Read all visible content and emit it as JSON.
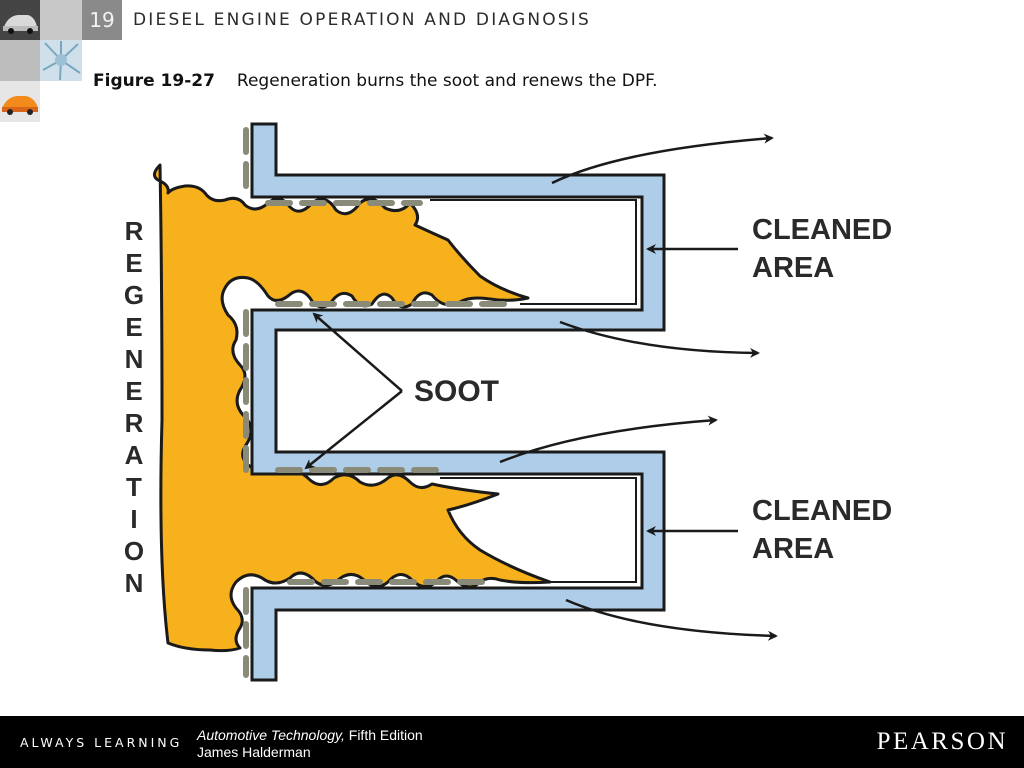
{
  "header": {
    "chapter_number": "19",
    "chapter_title": "DIESEL ENGINE OPERATION AND DIAGNOSIS"
  },
  "caption": {
    "figure_label": "Figure 19-27",
    "text": "Regeneration burns the soot and renews the DPF."
  },
  "diagram": {
    "side_label_letters": [
      "R",
      "E",
      "G",
      "E",
      "N",
      "E",
      "R",
      "A",
      "T",
      "I",
      "O",
      "N"
    ],
    "soot_label": "SOOT",
    "cleaned_top_line1": "CLEANED",
    "cleaned_top_line2": "AREA",
    "cleaned_bottom_line1": "CLEANED",
    "cleaned_bottom_line2": "AREA",
    "colors": {
      "flame": "#f6b11c",
      "filter_wall": "#aecde8",
      "soot": "#8a8a78",
      "outline": "#1a1a1a"
    }
  },
  "footer": {
    "slogan": "ALWAYS LEARNING",
    "book_title": "Automotive Technology,",
    "edition": "Fifth Edition",
    "author": "James Halderman",
    "publisher": "PEARSON"
  }
}
